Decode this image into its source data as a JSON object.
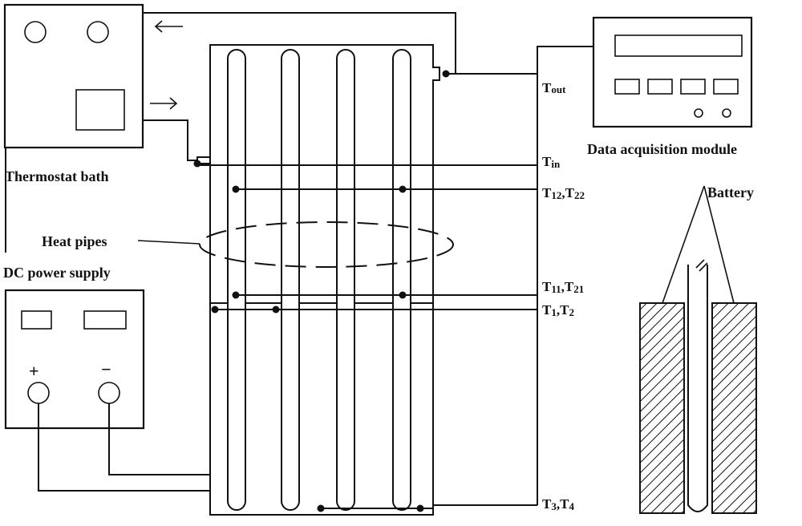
{
  "labels": {
    "thermostat_bath": "Thermostat bath",
    "dc_power_supply": "DC power supply",
    "data_acquisition_module": "Data acquisition module",
    "heat_pipes": "Heat pipes",
    "battery": "Battery",
    "plus": "+",
    "minus": "−"
  },
  "sensors": {
    "tout": {
      "main": "T",
      "sub": "out"
    },
    "tin": {
      "main": "T",
      "sub": "in"
    },
    "t12_t22": {
      "a": "T",
      "a_sub": "12",
      "sep": ",T",
      "b_sub": "22"
    },
    "t11_t21": {
      "a": "T",
      "a_sub": "11",
      "sep": ",T",
      "b_sub": "21"
    },
    "t1_t2": {
      "a": "T",
      "a_sub": "1",
      "sep": ",T",
      "b_sub": "2"
    },
    "t3_t4": {
      "a": "T",
      "a_sub": "3",
      "sep": ",T",
      "b_sub": "4"
    }
  },
  "colors": {
    "stroke": "#111111",
    "background": "#ffffff"
  }
}
